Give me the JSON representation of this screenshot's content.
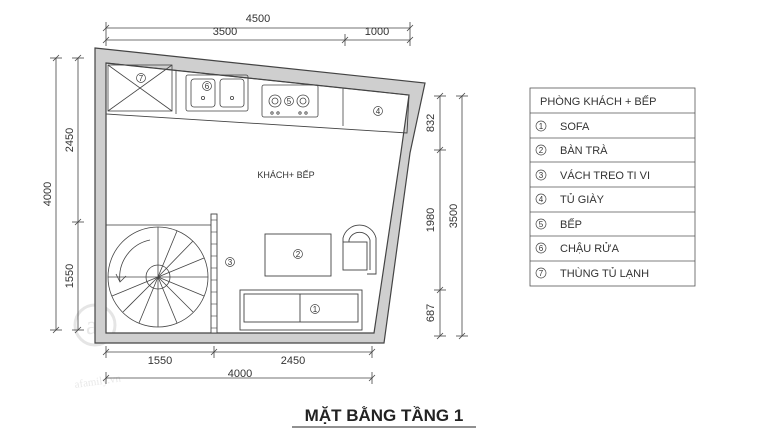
{
  "title": "MẶT BẰNG TẦNG 1",
  "room_label": "KHÁCH+ BẾP",
  "dimensions": {
    "top_total": "4500",
    "top_left": "3500",
    "top_right": "1000",
    "left_total": "4000",
    "left_upper": "2450",
    "left_lower": "1550",
    "right_total": "3500",
    "right_top": "832",
    "right_mid": "1980",
    "right_bottom": "687",
    "bottom_left": "1550",
    "bottom_right": "2450",
    "bottom_total": "4000"
  },
  "markers": {
    "fridge": "7",
    "sink": "6",
    "stove": "5",
    "shoe_cabinet": "4",
    "tv_wall": "3",
    "table": "2",
    "sofa": "1"
  },
  "legend": {
    "header": "PHÒNG KHÁCH + BẾP",
    "items": [
      {
        "num": "1",
        "text": "SOFA"
      },
      {
        "num": "2",
        "text": "BÀN TRÀ"
      },
      {
        "num": "3",
        "text": "VÁCH TREO TI VI"
      },
      {
        "num": "4",
        "text": "TỦ GIÀY"
      },
      {
        "num": "5",
        "text": "BẾP"
      },
      {
        "num": "6",
        "text": "CHẬU RỬA"
      },
      {
        "num": "7",
        "text": "THÙNG TỦ LẠNH"
      }
    ]
  },
  "watermark": "afamily.vn"
}
